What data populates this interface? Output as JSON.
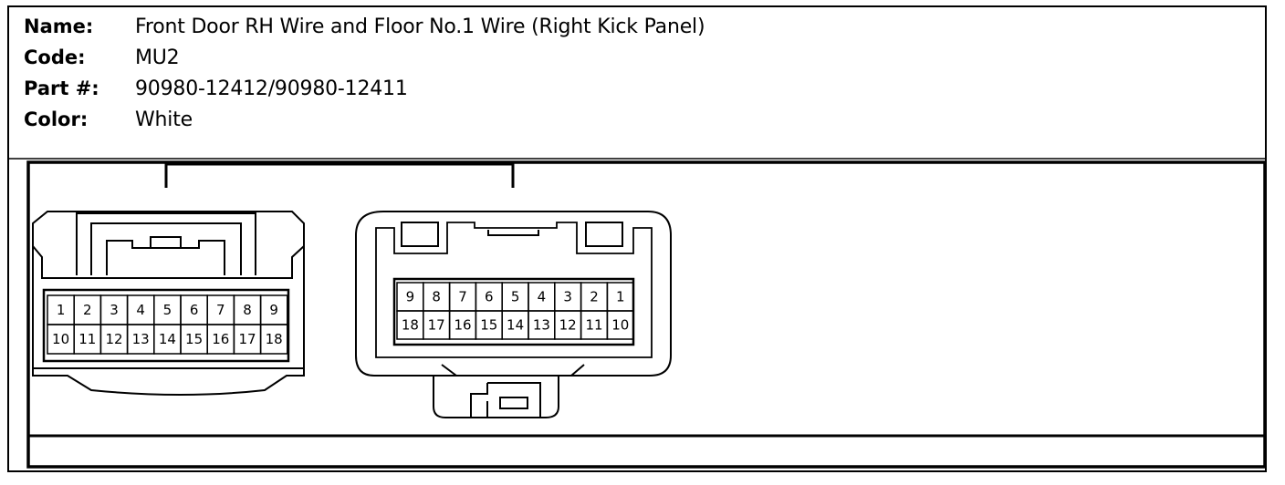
{
  "connector_info": {
    "name_label": "Name:",
    "name_value": "Front Door RH Wire and Floor No.1 Wire (Right Kick Panel)",
    "code_label": "Code:",
    "code_value": "MU2",
    "part_label": "Part #:",
    "part_value": "90980-12412/90980-12411",
    "color_label": "Color:",
    "color_value": "White"
  },
  "left_connector": {
    "top_row": [
      "1",
      "2",
      "3",
      "4",
      "5",
      "6",
      "7",
      "8",
      "9"
    ],
    "bottom_row": [
      "10",
      "11",
      "12",
      "13",
      "14",
      "15",
      "16",
      "17",
      "18"
    ]
  },
  "right_connector": {
    "top_row": [
      "9",
      "8",
      "7",
      "6",
      "5",
      "4",
      "3",
      "2",
      "1"
    ],
    "bottom_row": [
      "18",
      "17",
      "16",
      "15",
      "14",
      "13",
      "12",
      "11",
      "10"
    ]
  }
}
